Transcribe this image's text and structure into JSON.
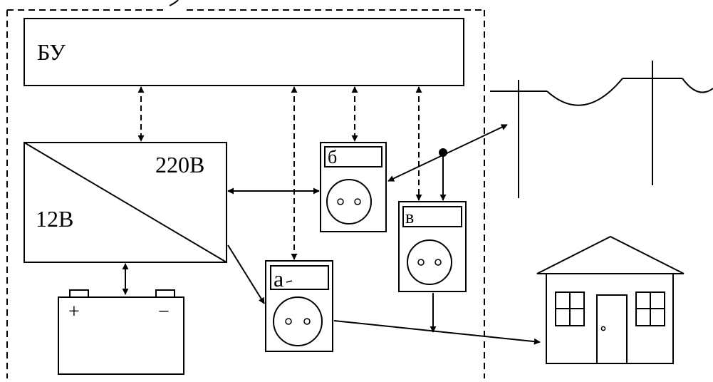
{
  "diagram": {
    "control_unit": {
      "label": "БУ"
    },
    "inverter": {
      "label_ac": "220В",
      "label_dc": "12В"
    },
    "battery": {
      "plus": "+",
      "minus": "−"
    },
    "meters": {
      "a": {
        "label": "а"
      },
      "b": {
        "label": "б"
      },
      "v": {
        "label": "в"
      }
    }
  }
}
